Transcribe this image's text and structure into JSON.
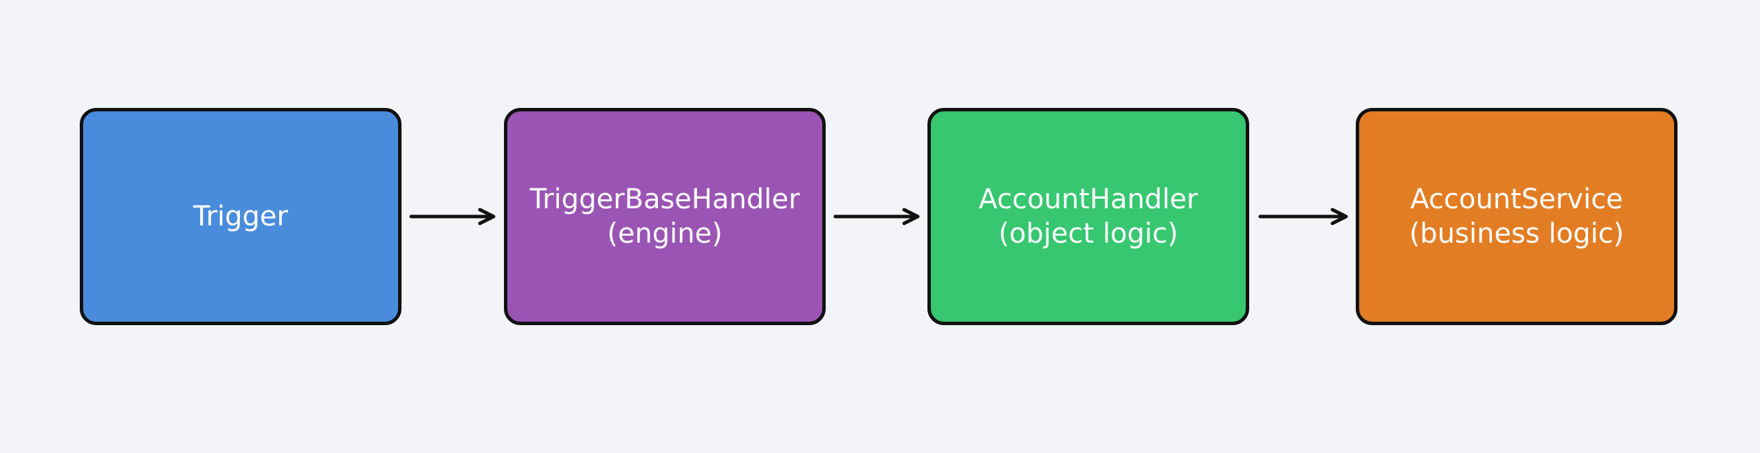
{
  "nodes": [
    {
      "label": "Trigger",
      "sublabel": "",
      "color": "#4a8cdc"
    },
    {
      "label": "TriggerBaseHandler",
      "sublabel": "(engine)",
      "color": "#9a55b4"
    },
    {
      "label": "AccountHandler",
      "sublabel": "(object logic)",
      "color": "#36c770"
    },
    {
      "label": "AccountService",
      "sublabel": "(business logic)",
      "color": "#e37d24"
    }
  ],
  "edges": [
    {
      "from": "Trigger",
      "to": "TriggerBaseHandler"
    },
    {
      "from": "TriggerBaseHandler",
      "to": "AccountHandler"
    },
    {
      "from": "AccountHandler",
      "to": "AccountService"
    }
  ],
  "colors": {
    "background": "#f3f4f8",
    "border": "#111111",
    "text": "#ffffff",
    "arrow": "#111111"
  }
}
